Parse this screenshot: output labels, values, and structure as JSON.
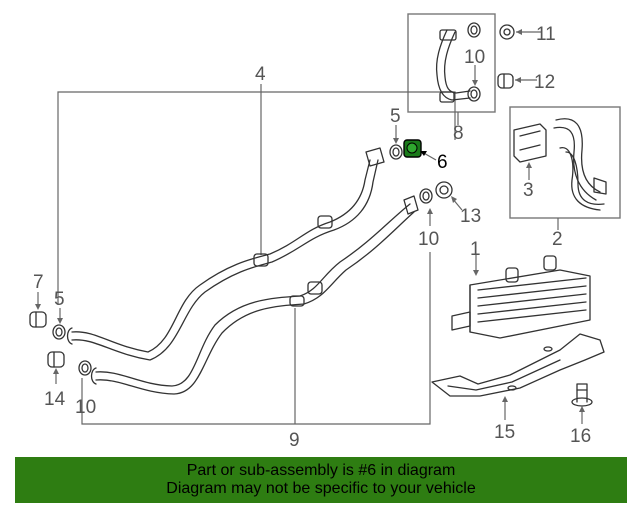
{
  "diagram": {
    "callouts": {
      "c1": "1",
      "c2": "2",
      "c3": "3",
      "c4": "4",
      "c5a": "5",
      "c5b": "5",
      "c6": "6",
      "c7": "7",
      "c8": "8",
      "c9": "9",
      "c10a": "10",
      "c10b": "10",
      "c10c": "10",
      "c11": "11",
      "c12": "12",
      "c13": "13",
      "c14": "14",
      "c15": "15",
      "c16": "16"
    },
    "highlighted_part": "6",
    "highlight_color": "#1a7a1a",
    "line_color": "#333333"
  },
  "banner": {
    "line1": "Part or sub-assembly is #6 in diagram",
    "line2": "Diagram may not be specific to your vehicle",
    "background": "#2e7d12"
  }
}
